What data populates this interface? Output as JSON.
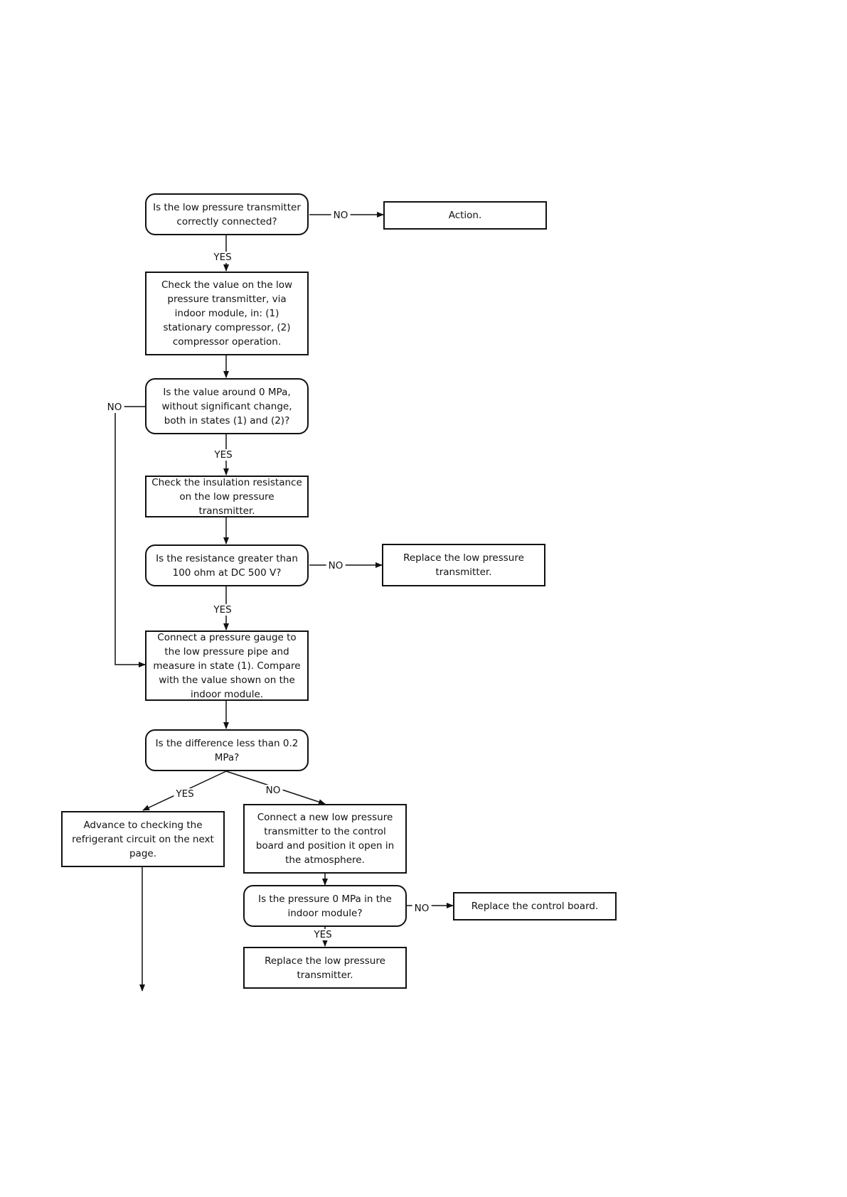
{
  "nodes": {
    "q_connected": "Is the low pressure transmitter correctly connected?",
    "action": "Action.",
    "check_value": "Check the value on the low pressure transmitter, via indoor module, in: (1) stationary compressor, (2) compressor operation.",
    "q_value_zero": "Is the value around 0 MPa, without significant change, both in states (1) and (2)?",
    "check_insulation": "Check the insulation resistance on the low pressure transmitter.",
    "q_resistance": "Is the resistance greater than 100 ohm at DC 500 V?",
    "replace_transmitter_1": "Replace the low pressure transmitter.",
    "connect_gauge": "Connect a pressure gauge to the low pressure pipe and measure in state (1). Compare with the value shown on the indoor module.",
    "q_difference": "Is the difference less than 0.2 MPa?",
    "advance_next_page": "Advance to checking the refrigerant circuit on the next page.",
    "connect_new_transmitter": "Connect a new low pressure transmitter to the control board and position it open in the atmosphere.",
    "q_pressure_zero": "Is the pressure 0 MPa in the indoor module?",
    "replace_control_board": "Replace the control board.",
    "replace_transmitter_2": "Replace the low pressure transmitter."
  },
  "labels": {
    "yes": "YES",
    "no": "NO"
  },
  "colors": {
    "line": "#111111",
    "background": "#ffffff"
  }
}
